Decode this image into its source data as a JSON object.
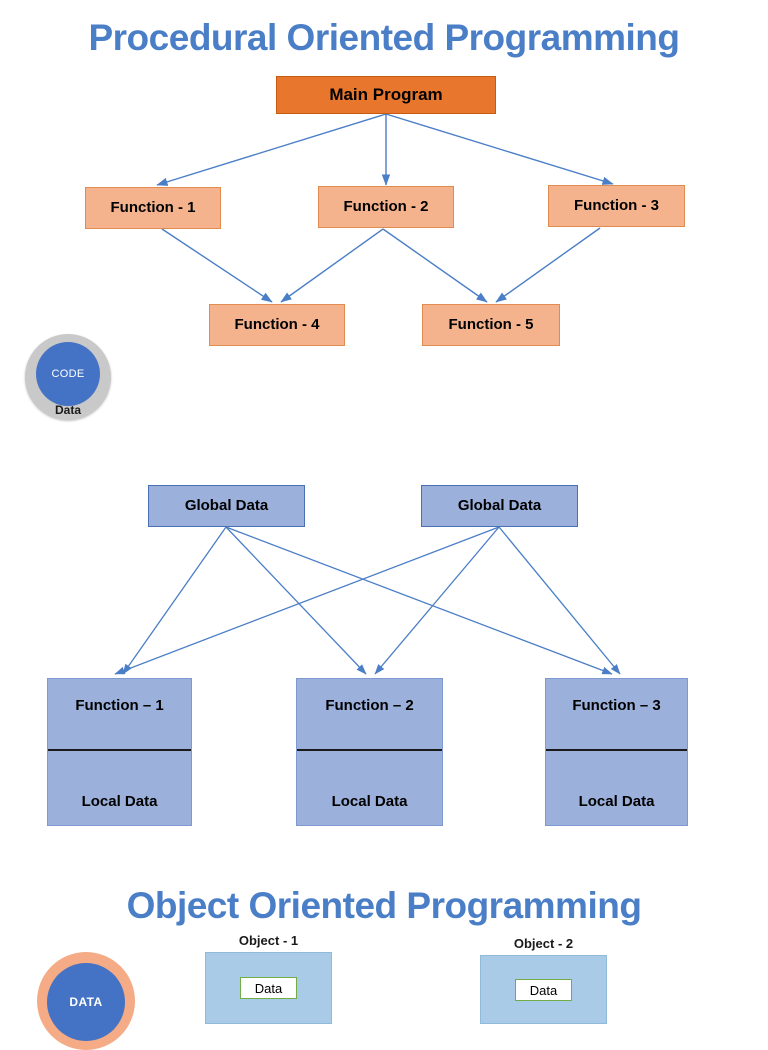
{
  "page": {
    "background": "#ffffff",
    "title_color": "#4a7ec7",
    "arrow_color": "#4a7ec7",
    "orange_fill": "#f5b38d",
    "orange_header_fill": "#e8762c",
    "blue_fill": "#9bb0db",
    "object_fill": "#a9cbe8",
    "data_chip_border": "#70ad47"
  },
  "sections": {
    "procedural": {
      "title": "Procedural Oriented Programming",
      "diagram_top": {
        "root": {
          "label": "Main Program"
        },
        "level2": [
          {
            "label": "Function - 1"
          },
          {
            "label": "Function - 2"
          },
          {
            "label": "Function - 3"
          }
        ],
        "level3": [
          {
            "label": "Function - 4"
          },
          {
            "label": "Function - 5"
          }
        ]
      },
      "badge": {
        "inner_label": "CODE",
        "outer_label": "Data"
      },
      "diagram_bottom": {
        "global": [
          {
            "label": "Global Data"
          },
          {
            "label": "Global Data"
          }
        ],
        "functions": [
          {
            "title": "Function – 1",
            "local": "Local Data"
          },
          {
            "title": "Function – 2",
            "local": "Local Data"
          },
          {
            "title": "Function – 3",
            "local": "Local Data"
          }
        ]
      }
    },
    "object_oriented": {
      "title": "Object Oriented Programming",
      "badge": {
        "inner_label": "DATA"
      },
      "objects": [
        {
          "caption": "Object - 1",
          "data_label": "Data"
        },
        {
          "caption": "Object - 2",
          "data_label": "Data"
        }
      ]
    }
  }
}
